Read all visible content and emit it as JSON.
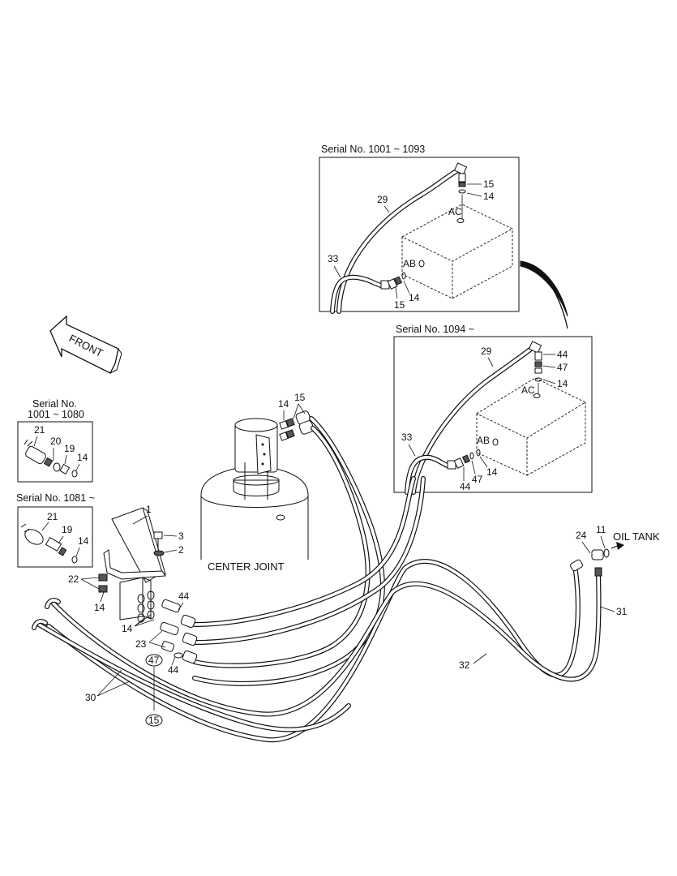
{
  "inset_top": {
    "title": "Serial No. 1001 ~ 1093",
    "labels": [
      "15",
      "14",
      "AC",
      "29",
      "33",
      "AB",
      "14",
      "15"
    ]
  },
  "inset_mid": {
    "title": "Serial No. 1094 ~",
    "labels": [
      "29",
      "44",
      "47",
      "14",
      "AC",
      "33",
      "AB",
      "44",
      "47",
      "14"
    ]
  },
  "inset_left1": {
    "title_line1": "Serial No.",
    "title_line2": "1001 ~ 1080",
    "labels": [
      "21",
      "20",
      "19",
      "14"
    ]
  },
  "inset_left2": {
    "title": "Serial No. 1081 ~",
    "labels": [
      "21",
      "19",
      "14"
    ]
  },
  "front_arrow": "FRONT",
  "center_joint": "CENTER JOINT",
  "oil_tank": "OIL TANK",
  "main_labels": {
    "l14a": "14",
    "l15a": "15",
    "l1": "1",
    "l3": "3",
    "l2": "2",
    "l22": "22",
    "l14b": "14",
    "l44a": "44",
    "l14c": "14",
    "l23": "23",
    "l47": "47",
    "l44b": "44",
    "l30": "30",
    "l15b": "15",
    "l24": "24",
    "l11": "11",
    "l31": "31",
    "l32": "32"
  }
}
